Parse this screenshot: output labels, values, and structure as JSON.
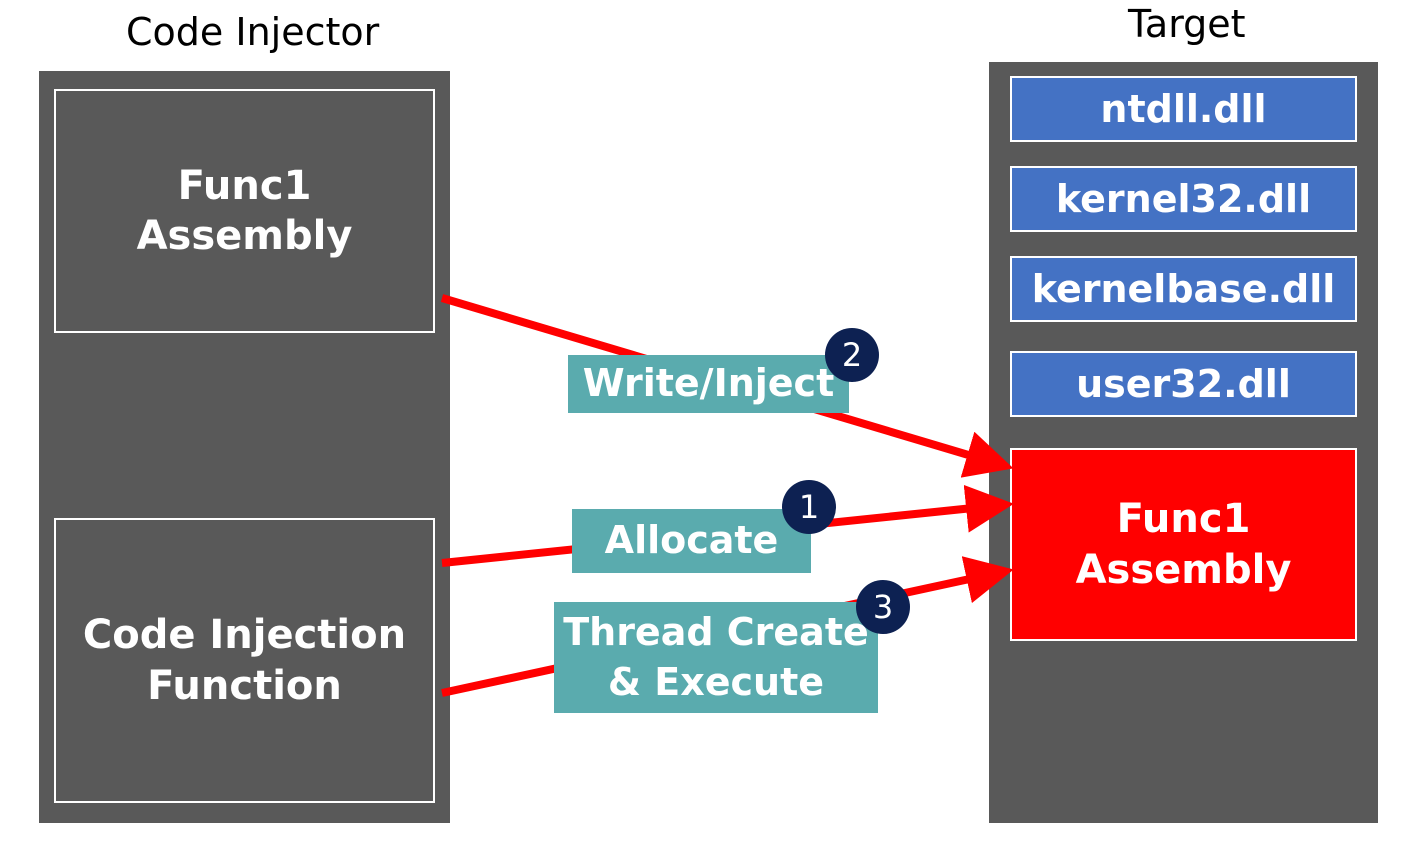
{
  "injector": {
    "title": "Code Injector",
    "func_box": {
      "line1": "Func1",
      "line2": "Assembly"
    },
    "injection_box": {
      "line1": "Code Injection",
      "line2": "Function"
    }
  },
  "target": {
    "title": "Target",
    "dlls": [
      "ntdll.dll",
      "kernel32.dll",
      "kernelbase.dll",
      "user32.dll"
    ],
    "func_box": {
      "line1": "Func1",
      "line2": "Assembly"
    }
  },
  "steps": [
    {
      "number": "2",
      "label": "Write/Inject"
    },
    {
      "number": "1",
      "label": "Allocate"
    },
    {
      "number": "3",
      "line1": "Thread Create",
      "line2": "& Execute"
    }
  ],
  "colors": {
    "panel": "#595959",
    "dll": "#4472c4",
    "target_func": "#ff0000",
    "arrow": "#ff0000",
    "step_label": "#5aabae",
    "badge": "#0d2152"
  }
}
